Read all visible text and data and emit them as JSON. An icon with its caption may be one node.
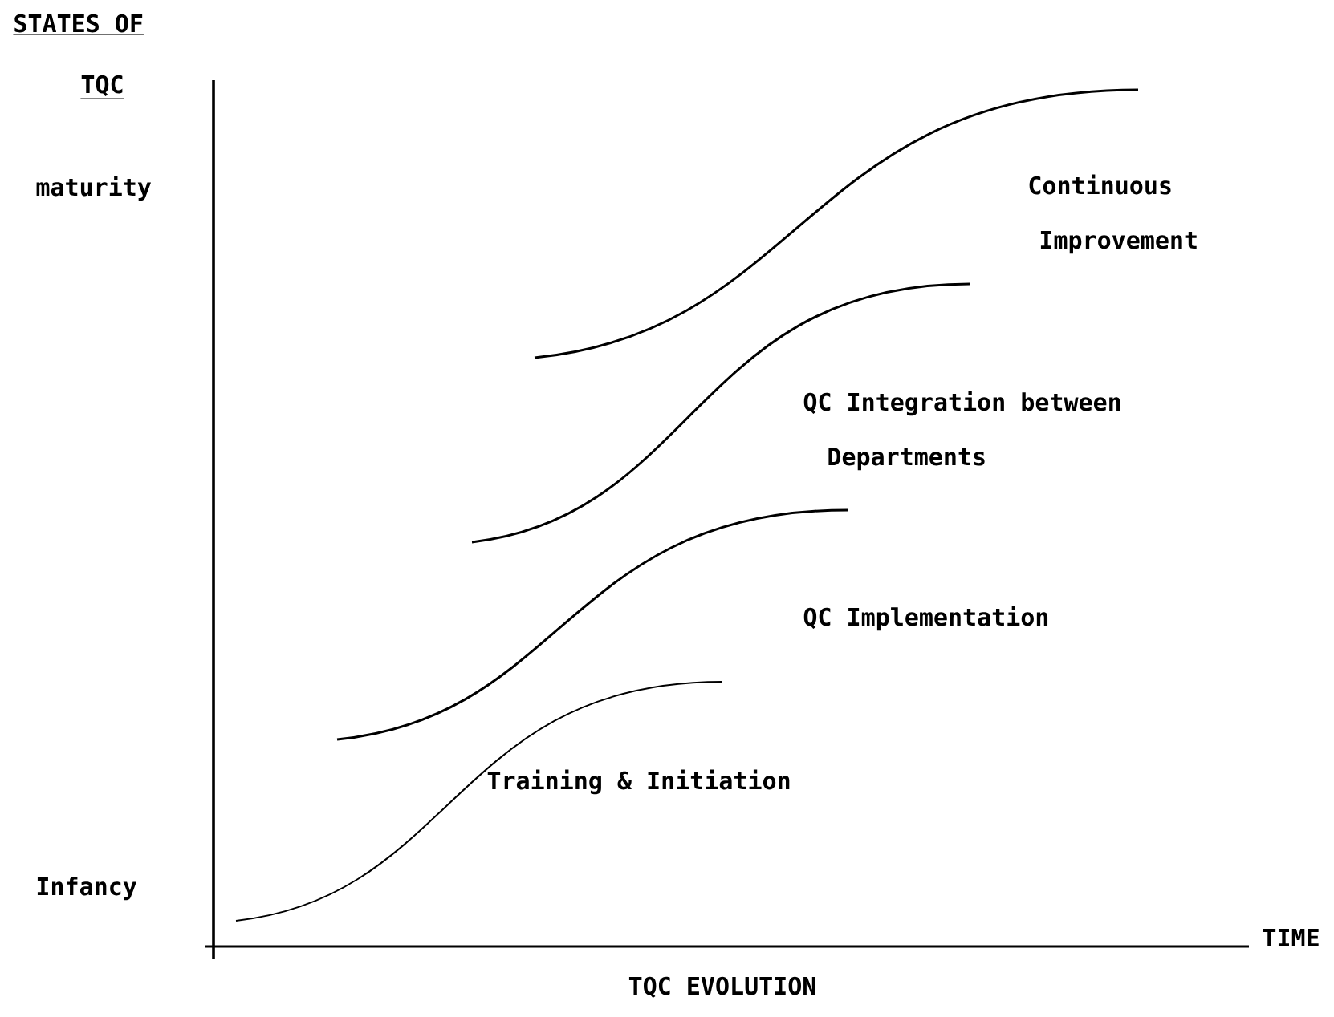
{
  "diagram": {
    "labels": [
      "STATES OF",
      "TQC",
      "maturity",
      "Continuous",
      "Improvement",
      "QC Integration between",
      "Departments",
      "QC Implementation",
      "Training & Initiation",
      "Infancy",
      "TIME",
      "TQC EVOLUTION"
    ]
  }
}
